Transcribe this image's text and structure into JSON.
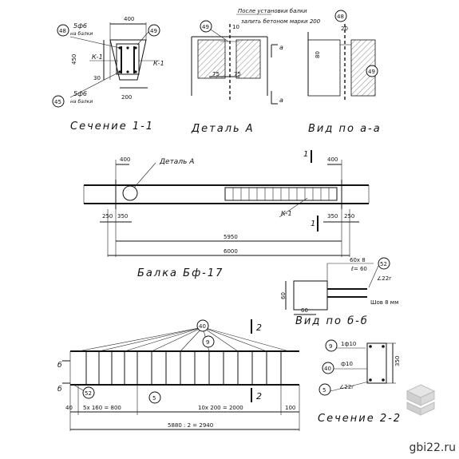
{
  "section_1_1": {
    "title": "Сечение 1-1",
    "dim_top": "400",
    "dim_bottom": "200",
    "dim_height": "450",
    "dim_small": "30",
    "marker_k": "К-1",
    "marker_k_right": "К-1",
    "rebar_top": "5ф6",
    "rebar_top_note": "на балки",
    "rebar_bottom": "5ф6",
    "rebar_bottom_note": "на балки",
    "mark_48": "48",
    "mark_49": "49",
    "mark_45": "45"
  },
  "detail_a": {
    "title": "Деталь А",
    "note_line1": "После установки балки",
    "note_line2": "залить бетоном марки 200",
    "mark_49": "49",
    "dim_75a": "75",
    "dim_75b": "75",
    "dim_small": "10",
    "section_mark": "а"
  },
  "view_a_a": {
    "title": "Вид по а-а",
    "dim_top": "20",
    "dim_left": "80",
    "mark_48": "48",
    "mark_49": "49"
  },
  "beam": {
    "title": "Балка Бф-17",
    "detail_callout": "Деталь А",
    "dim_left_top": "400",
    "dim_right_top": "400",
    "dim_left_a": "250",
    "dim_left_b": "350",
    "dim_right_a": "350",
    "dim_right_b": "250",
    "dim_inner": "5950",
    "dim_total": "6000",
    "marker_k": "К-1",
    "section_num": "1"
  },
  "view_b_b": {
    "title": "Вид по б-б",
    "plate": "60х 8",
    "plate_len": "ℓ= 60",
    "angle": "∠22г",
    "weld": "Шов 8 мм",
    "dim_v": "60",
    "dim_h": "60",
    "mark_52": "52"
  },
  "cage": {
    "mark_40": "40",
    "mark_9": "9",
    "mark_5": "5",
    "mark_52": "52",
    "dim_left_end": "40",
    "dim_first": "5х 160 = 800",
    "dim_second": "10х 200 = 2000",
    "dim_right_end": "100",
    "dim_total": "5880 : 2 = 2940",
    "section_mark": "2",
    "side_mark": "б"
  },
  "section_2_2": {
    "title": "Сечение 2-2",
    "mark_9": "9",
    "mark_40": "40",
    "mark_5": "5",
    "bar_9": "1ф10",
    "bar_40": "ф10",
    "bar_5": "∠22г",
    "dim_h": "350"
  },
  "watermark": "gbi22.ru"
}
